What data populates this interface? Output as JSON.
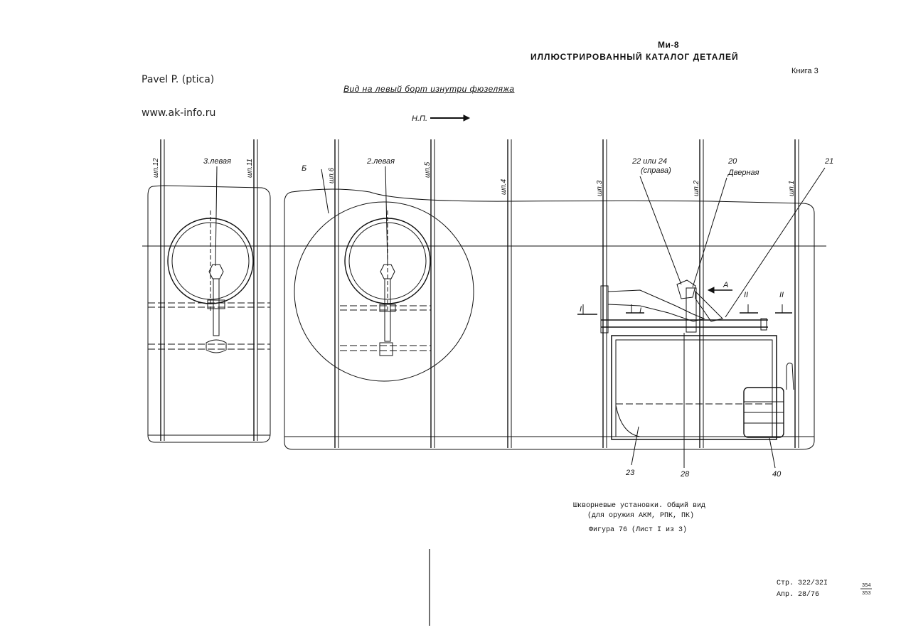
{
  "header": {
    "model": "Ми-8",
    "title": "ИЛЛЮСТРИРОВАННЫЙ  КАТАЛОГ ДЕТАЛЕЙ",
    "book": "Книга 3"
  },
  "watermark": {
    "name": "Pavel P. (ptica)",
    "site": "www.ak-info.ru"
  },
  "drawing": {
    "view_caption": "Вид на левый борт изнутри фюзеляжа",
    "direction_label": "Н.П.",
    "frames": [
      "шп.12",
      "шп.11",
      "шп.6",
      "шп.5",
      "шп.4",
      "шп.3",
      "шп.2",
      "шп.1"
    ],
    "callouts": {
      "b": "Б",
      "left3": "3.левая",
      "left2": "2.левая",
      "c22": "22 или 24",
      "c22_sub": "(справа)",
      "c20": "20",
      "c20_sub": "Дверная",
      "c21": "21",
      "a": "А",
      "s1a": "I",
      "s1b": "I",
      "s2a": "II",
      "s2b": "II",
      "c23": "23",
      "c28": "28",
      "c40": "40"
    }
  },
  "caption": {
    "line1": "Шкворневые установки. Общий вид",
    "line2": "(для оружия АКМ, РПК, ПК)",
    "figure": "Фигура 76 (Лист I из 3)"
  },
  "footer": {
    "page": "Стр. 322/32I",
    "date": "Апр. 28/76",
    "num_top": "354",
    "num_bottom": "353"
  }
}
